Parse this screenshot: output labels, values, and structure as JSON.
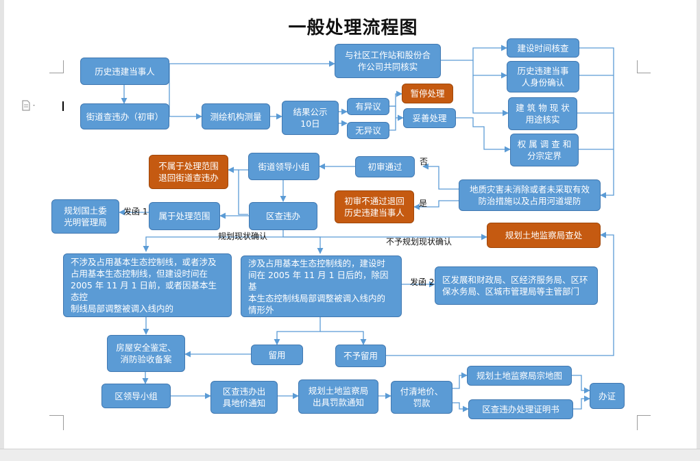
{
  "title": "一般处理流程图",
  "colors": {
    "node_fill": "#5b9bd5",
    "node_border": "#3f77b0",
    "alert_fill": "#c55a11",
    "connector": "#5b9bd5"
  },
  "icons": {
    "document": "document-icon"
  },
  "nodes": {
    "party": "历史违建当事人",
    "street_office": "街道查违办（初审）",
    "survey": "测绘机构测量",
    "publicity": "结果公示\n10日",
    "objection": "有异议",
    "no_objection": "无异议",
    "suspend": "暂停处理",
    "proper": "妥善处理",
    "joint_check": "与社区工作站和股份合\n作公司共同核实",
    "time_check": "建设时间核查",
    "identity": "历史违建当事\n人身份确认",
    "usage": "建 筑 物 现 状\n用途核实",
    "ownership": "权 属 调 查 和\n分宗定界",
    "geo": "地质灾害未消除或者未采取有效\n防治措施以及占用河道堤防",
    "first_pass": "初审通过",
    "first_fail": "初审不通过退回\n历史违建当事人",
    "street_leader": "街道领导小组",
    "out_scope": "不属于处理范围\n退回街道查违办",
    "district_office": "区查违办",
    "in_scope": "属于处理范围",
    "planning_bureau": "规划国土委\n光明管理局",
    "supervision": "规划土地监察局查处",
    "not_involved": "不涉及占用基本生态控制线，或者涉及\n占用基本生态控制线，但建设时间在\n2005 年 11 月 1 日前，或者因基本生态控\n制线局部调整被调入线内的",
    "involved": "涉及占用基本生态控制线的，建设时\n间在 2005 年 11 月 1 日后的，除因基\n本生态控制线局部调整被调入线内的\n情形外",
    "depts": "区发展和财政局、区经济服务局、区环\n保水务局、区城市管理局等主管部门",
    "safety": "房屋安全鉴定、\n消防验收备案",
    "retain": "留用",
    "not_retain": "不予留用",
    "district_leader": "区领导小组",
    "land_price_notice": "区查违办出\n具地价通知",
    "fine_notice": "规划土地监察局\n出具罚款通知",
    "pay": "付清地价、\n罚款",
    "land_map": "规划土地监察局宗地图",
    "certificate": "区查违办处理证明书",
    "permit": "办证"
  },
  "labels": {
    "no": "否",
    "yes": "是",
    "letter1": "发函 1",
    "letter2": "发函 2",
    "confirm": "规划现状确认",
    "not_confirm": "不予规划现状确认"
  }
}
